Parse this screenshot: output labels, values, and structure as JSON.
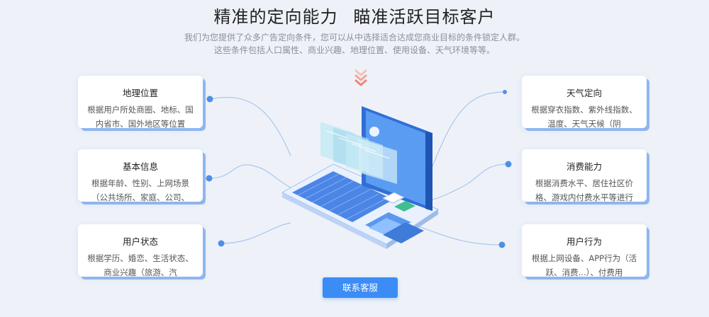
{
  "header": {
    "title_part1": "精准的定向能力",
    "title_part2": "瞄准活跃目标客户",
    "subtitle_line1": "我们为您提供了众多广告定向条件，您可以从中选择适合达成您商业目标的条件锁定人群。",
    "subtitle_line2": "这些条件包括人口属性、商业兴趣、地理位置、使用设备、天气环境等等。"
  },
  "cards": {
    "geo": {
      "title": "地理位置",
      "desc": "根据用户所处商圈、地标、国内省市、国外地区等位置"
    },
    "basic": {
      "title": "基本信息",
      "desc": "根据年龄、性别、上网场景（公共场所、家庭、公司、"
    },
    "status": {
      "title": "用户状态",
      "desc": "根据学历、婚恋、生活状态、商业兴趣（旅游、汽"
    },
    "weather": {
      "title": "天气定向",
      "desc": "根据穿衣指数、紫外线指数、温度、天气天候（阴"
    },
    "consume": {
      "title": "消费能力",
      "desc": "根据消费水平、居住社区价格、游戏内付费水平等进行"
    },
    "behavior": {
      "title": "用户行为",
      "desc": "根据上网设备、APP行为（活跃、消费...）、付费用"
    }
  },
  "cta": {
    "label": "联系客服"
  },
  "colors": {
    "accent": "#3b8cf5",
    "card_shadow": "#8fb6ee",
    "background": "#eef2f8",
    "chevron": "#f3a69a"
  },
  "icons": [
    "chevron-down-icon",
    "laptop-illustration"
  ]
}
